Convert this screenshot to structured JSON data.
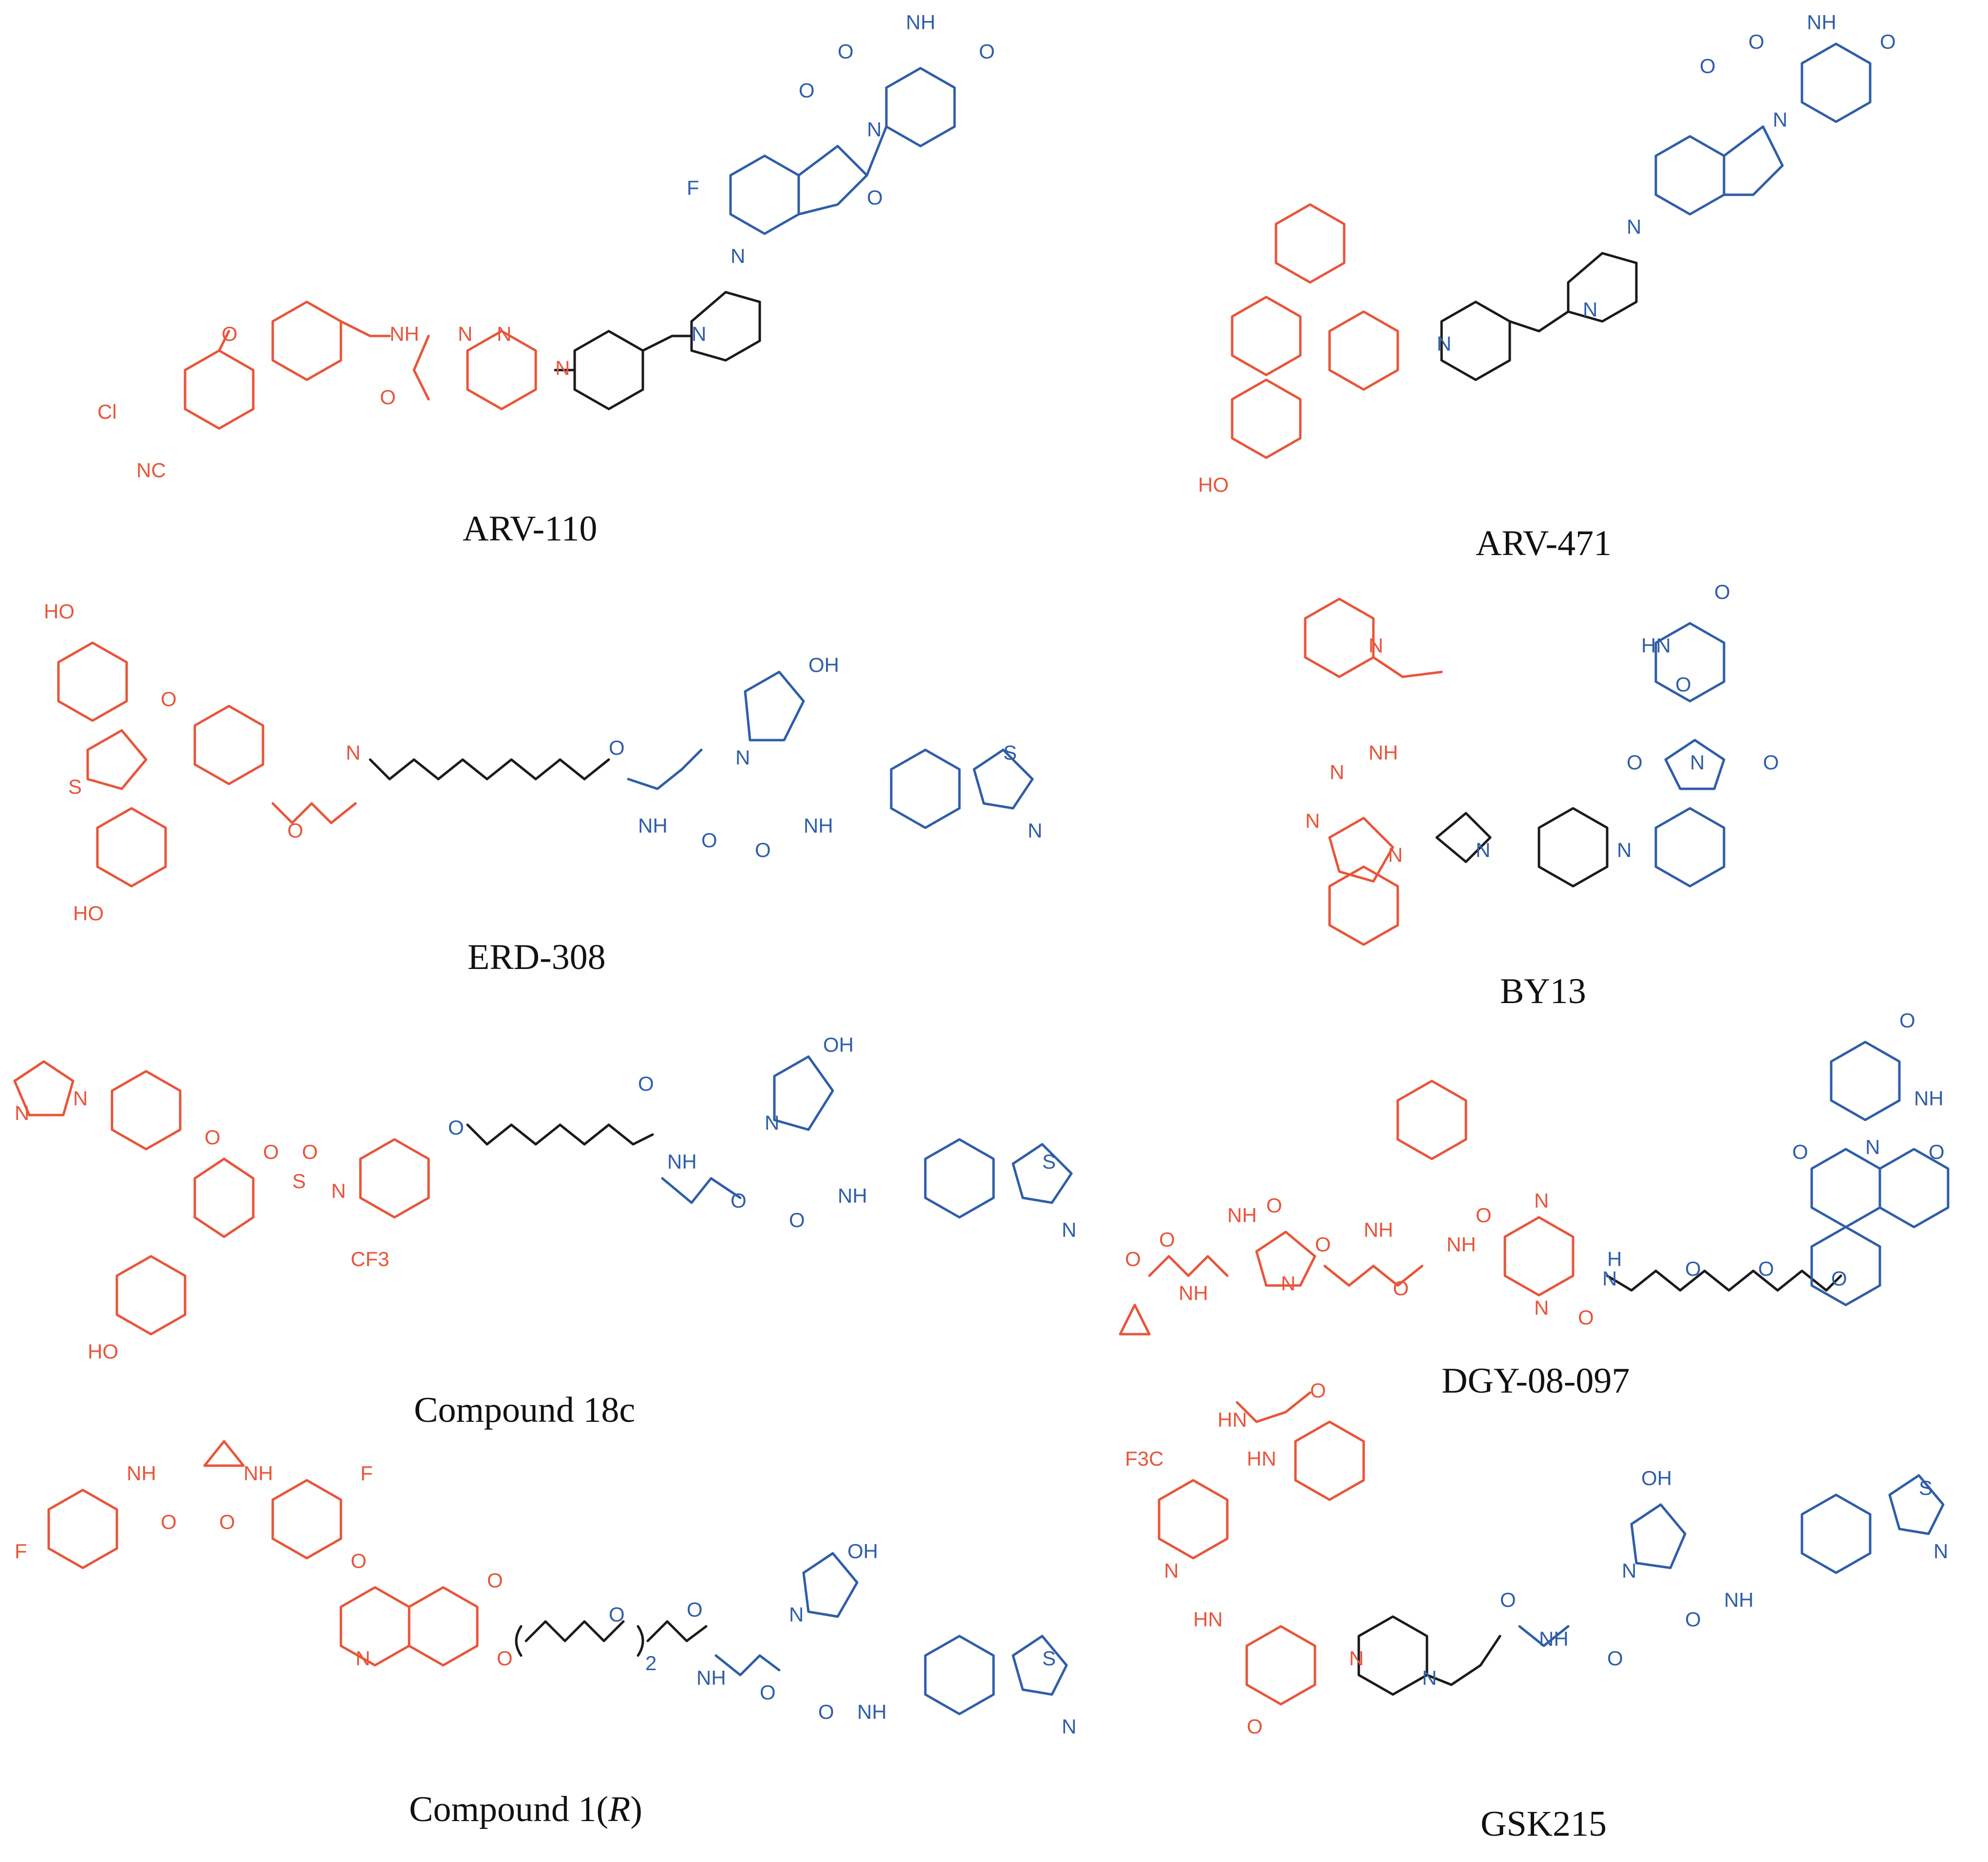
{
  "colors": {
    "target_ligand": "#e8553a",
    "e3_ligand": "#2f5ea8",
    "linker": "#1a1a1a"
  },
  "compounds": [
    {
      "id": "arv110",
      "name": "ARV-110",
      "atoms": {
        "ligand": [
          "O",
          "NH",
          "O",
          "Cl",
          "NC",
          "N",
          "N",
          "N"
        ],
        "e3": [
          "N",
          "N",
          "N",
          "F",
          "O",
          "O",
          "O",
          "O",
          "NH"
        ]
      }
    },
    {
      "id": "arv471",
      "name": "ARV-471",
      "atoms": {
        "ligand": [
          "HO"
        ],
        "e3": [
          "N",
          "N",
          "N",
          "N",
          "O",
          "O",
          "O",
          "NH"
        ]
      }
    },
    {
      "id": "erd308",
      "name": "ERD-308",
      "atoms": {
        "ligand": [
          "HO",
          "HO",
          "S",
          "O",
          "O",
          "N"
        ],
        "e3": [
          "O",
          "NH",
          "O",
          "N",
          "OH",
          "O",
          "NH",
          "S",
          "N"
        ]
      }
    },
    {
      "id": "by13",
      "name": "BY13",
      "atoms": {
        "ligand": [
          "N",
          "N",
          "NH",
          "N",
          "N"
        ],
        "e3": [
          "N",
          "N",
          "N",
          "O",
          "O",
          "O",
          "O",
          "HN"
        ]
      }
    },
    {
      "id": "c18c",
      "name": "Compound 18c",
      "atoms": {
        "ligand": [
          "N",
          "N",
          "O",
          "S",
          "O",
          "O",
          "N",
          "CF3",
          "HO"
        ],
        "e3": [
          "O",
          "O",
          "NH",
          "O",
          "N",
          "OH",
          "O",
          "NH",
          "S",
          "N"
        ]
      }
    },
    {
      "id": "dgy",
      "name": "DGY-08-097",
      "atoms": {
        "ligand": [
          "O",
          "NH",
          "O",
          "O",
          "NH",
          "N",
          "O",
          "NH",
          "O",
          "NH",
          "O",
          "N",
          "N",
          "O"
        ],
        "e3": [
          "H",
          "N",
          "O",
          "O",
          "O",
          "O",
          "N",
          "O",
          "O",
          "NH"
        ]
      }
    },
    {
      "id": "c1r",
      "name_prefix": "Compound 1(",
      "name_italic": "R",
      "name_suffix": ")",
      "atoms": {
        "ligand": [
          "F",
          "NH",
          "O",
          "O",
          "NH",
          "F",
          "O",
          "O",
          "N",
          "O"
        ],
        "e3": [
          "O",
          "2",
          "O",
          "NH",
          "O",
          "N",
          "OH",
          "O",
          "NH",
          "S",
          "N"
        ]
      }
    },
    {
      "id": "gsk215",
      "name": "GSK215",
      "atoms": {
        "ligand": [
          "O",
          "HN",
          "F3C",
          "HN",
          "N",
          "HN",
          "O",
          "N"
        ],
        "e3": [
          "N",
          "O",
          "NH",
          "O",
          "N",
          "OH",
          "O",
          "NH",
          "S",
          "N"
        ]
      }
    }
  ]
}
